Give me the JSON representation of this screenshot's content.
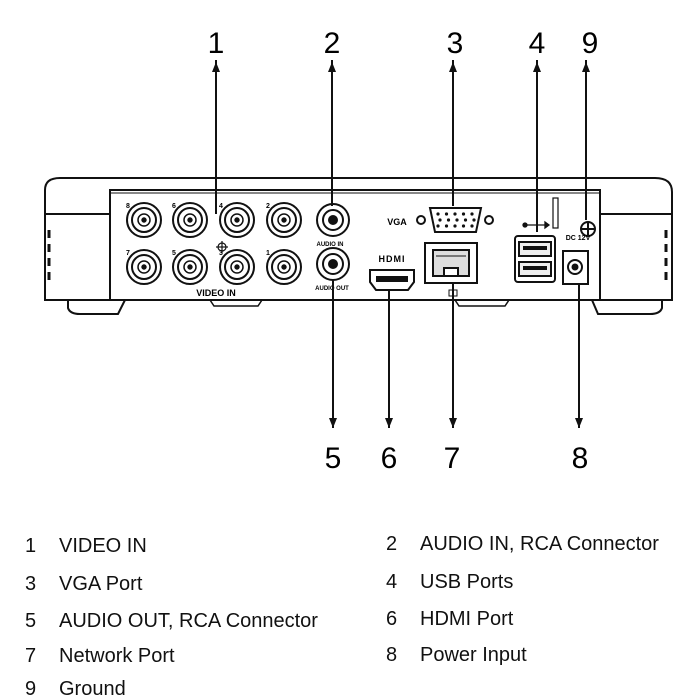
{
  "callouts": [
    "1",
    "2",
    "3",
    "4",
    "9",
    "5",
    "6",
    "7",
    "8"
  ],
  "panel_labels": {
    "video_in": "VIDEO IN",
    "audio_in": "AUDIO IN",
    "audio_out": "AUDIO OUT",
    "vga": "VGA",
    "hdmi": "HDMI",
    "dc": "DC 12V",
    "bnc_numbers": [
      "8",
      "6",
      "4",
      "2",
      "7",
      "5",
      "3",
      "1"
    ]
  },
  "legend": [
    {
      "num": "1",
      "text": "VIDEO IN"
    },
    {
      "num": "2",
      "text": "AUDIO IN, RCA Connector"
    },
    {
      "num": "3",
      "text": "VGA Port"
    },
    {
      "num": "4",
      "text": "USB Ports"
    },
    {
      "num": "5",
      "text": "AUDIO OUT, RCA Connector"
    },
    {
      "num": "6",
      "text": "HDMI Port"
    },
    {
      "num": "7",
      "text": "Network Port"
    },
    {
      "num": "8",
      "text": "Power Input"
    },
    {
      "num": "9",
      "text": "Ground"
    }
  ],
  "colors": {
    "line": "#111111",
    "body": "#ffffff",
    "panel": "#f2f2f2"
  }
}
